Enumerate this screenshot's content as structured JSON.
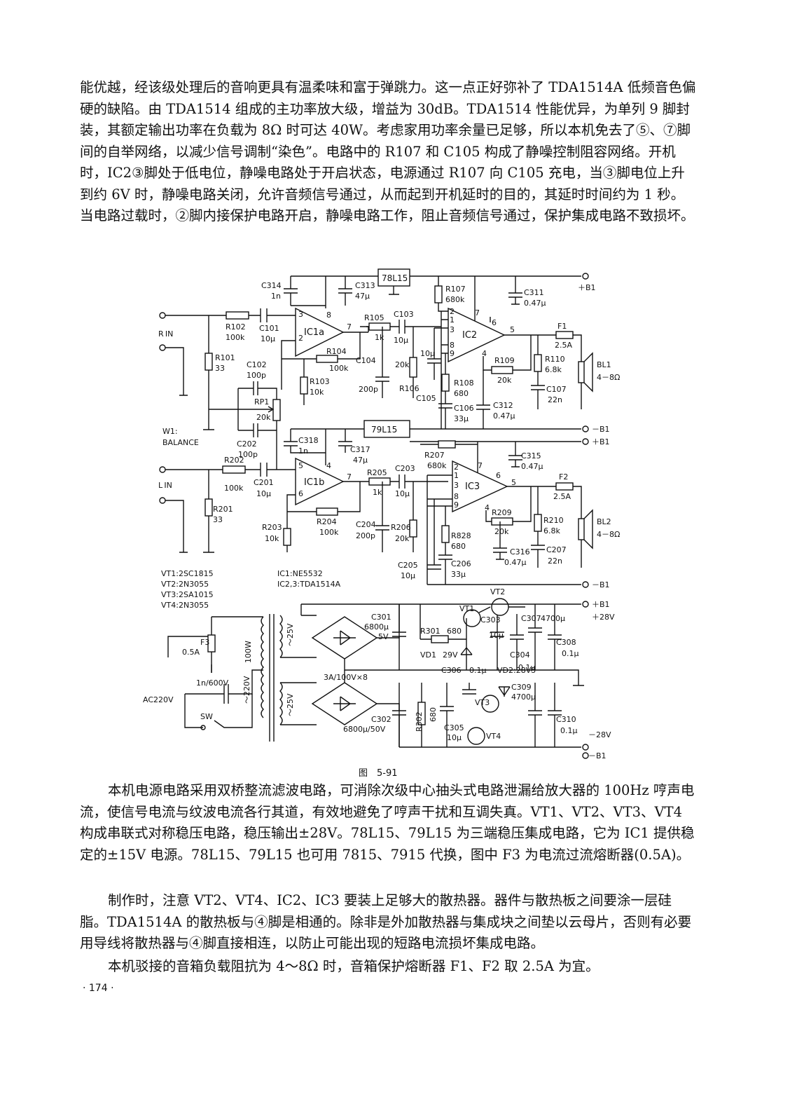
{
  "text": {
    "p1": "能优越，经该级处理后的音响更具有温柔味和富于弹跳力。这一点正好弥补了 TDA1514A 低频音色偏硬的缺陷。由 TDA1514 组成的主功率放大级，增益为 30dB。TDA1514 性能优异，为单列 9 脚封装，其额定输出功率在负载为 8Ω 时可达 40W。考虑家用功率余量已足够，所以本机免去了⑤、⑦脚间的自举网络，以减少信号调制“染色”。电路中的 R107 和 C105 构成了静噪控制阻容网络。开机时，IC2③脚处于低电位，静噪电路处于开启状态，电源通过 R107 向 C105 充电，当③脚电位上升到约 6V 时，静噪电路关闭，允许音频信号通过，从而起到开机延时的目的，其延时时间约为 1 秒。当电路过载时，②脚内接保护电路开启，静噪电路工作，阻止音频信号通过，保护集成电路不致损坏。",
    "p2": "本机电源电路采用双桥整流滤波电路，可消除次级中心抽头式电路泄漏给放大器的 100Hz 哼声电流，使信号电流与纹波电流各行其道，有效地避免了哼声干扰和互调失真。VT1、VT2、VT3、VT4 构成串联式对称稳压电路，稳压输出±28V。78L15、79L15 为三端稳压集成电路，它为 IC1 提供稳定的±15V 电源。78L15、79L15 也可用 7815、7915 代换，图中 F3 为电流过流熔断器(0.5A)。",
    "p3": "制作时，注意 VT2、VT4、IC2、IC3 要装上足够大的散热器。器件与散热板之间要涂一层硅脂。TDA1514A 的散热板与④脚是相通的。除非是外加散热器与集成块之间垫以云母片，否则有必要用导线将散热器与④脚直接相连，以防止可能出现的短路电流损坏集成电路。",
    "p4": "本机驳接的音箱负载阻抗为 4～8Ω 时，音箱保护熔断器 F1、F2 取 2.5A 为宜。",
    "caption": "图　5-91",
    "folio": "· 174 ·"
  },
  "schematic": {
    "ics": {
      "ic1a": "IC1a",
      "ic1b": "IC1b",
      "ic2": "IC2",
      "ic3": "IC3",
      "reg_pos": "78L15",
      "reg_neg": "79L15"
    },
    "inputs": {
      "rin": "R IN",
      "lin": "L IN"
    },
    "balance": {
      "w1": "W1:",
      "name": "BALANCE",
      "rp1": "RP1",
      "rp1_val": "20k"
    },
    "components": {
      "c314": "C314",
      "c314_v": "1n",
      "c313": "C313",
      "c313_v": "47μ",
      "r102": "R102",
      "r102_v": "100k",
      "c101": "C101",
      "c101_v": "10μ",
      "r101": "R101",
      "r101_v": "33",
      "c102": "C102",
      "c102_v": "100p",
      "r105": "R105",
      "r105_v": "1k",
      "c103": "C103",
      "c103_v": "10μ",
      "r104": "R104",
      "r104_v": "100k",
      "r103": "R103",
      "r103_v": "10k",
      "c104": "C104",
      "c104_v": "200p",
      "r106": "R106",
      "r106_v": "20k",
      "c105": "C105",
      "c105_v": "10μ",
      "r107": "R107",
      "r107_v": "680k",
      "c311": "C311",
      "c311_v": "0.47μ",
      "r108": "R108",
      "r108_v": "680",
      "c106": "C106",
      "c106_v": "33μ",
      "r109": "R109",
      "r109_v": "20k",
      "c312": "C312",
      "c312_v": "0.47μ",
      "r110": "R110",
      "r110_v": "6.8k",
      "c107": "C107",
      "c107_v": "22n",
      "f1": "F1",
      "f1_v": "2.5A",
      "bl1": "BL1",
      "bl1_v": "4－8Ω",
      "c202": "C202",
      "c202_v": "100p",
      "c318": "C318",
      "c318_v": "1n",
      "c317": "C317",
      "c317_v": "47μ",
      "r202": "R202",
      "r202_v": "100k",
      "c201": "C201",
      "c201_v": "10μ",
      "r201": "R201",
      "r201_v": "33",
      "r205": "R205",
      "r205_v": "1k",
      "c203": "C203",
      "c203_v": "10μ",
      "r204": "R204",
      "r204_v": "100k",
      "r203": "R203",
      "r203_v": "10k",
      "c204": "C204",
      "c204_v": "200p",
      "r206": "R206",
      "r206_v": "20k",
      "r207": "R207",
      "r207_v": "680k",
      "c315": "C315",
      "c315_v": "0.47μ",
      "r828": "R828",
      "r828_v": "680",
      "c206": "C206",
      "c206_v": "33μ",
      "c205": "C205",
      "c205_v": "10μ",
      "r209": "R209",
      "r209_v": "20k",
      "c316": "C316",
      "c316_v": "0.47μ",
      "r210": "R210",
      "r210_v": "6.8k",
      "c207": "C207",
      "c207_v": "22n",
      "f2": "F2",
      "f2_v": "2.5A",
      "bl2": "BL2",
      "bl2_v": "4－8Ω",
      "f3": "F3",
      "f3_v": "0.5A",
      "c_sw": "1n/600V",
      "sw": "SW",
      "ac": "AC220V",
      "tr_pri": "～220V",
      "tr_pw": "100W",
      "tr_s1": "～25V",
      "tr_s2": "～25V",
      "c301": "C301",
      "c301_v": "6800μ",
      "c301_v2": "5V",
      "r301": "R301",
      "r301_v": "680",
      "vd1": "VD1",
      "vd1_v": "29V",
      "vt1": "VT1",
      "vt2": "VT2",
      "c303": "C303",
      "c303_v": "10μ",
      "c304": "C304",
      "c304_v": "0.1μ",
      "c307": "C307",
      "c307_v": "4700μ",
      "c308": "C308",
      "c308_v": "0.1μ",
      "bridge": "3A/100V×8",
      "c306": "C306",
      "c306_v": "0.1μ",
      "vd2": "VD2:28V5",
      "c309": "C309",
      "c309_v": "4700μ",
      "vt3": "VT3",
      "c302": "C302",
      "c302_v": "6800μ/50V",
      "r302": "R302",
      "r302_v": "680",
      "c305": "C305",
      "c305_v": "10μ",
      "vt4": "VT4",
      "c310": "C310",
      "c310_v": "0.1μ"
    },
    "rails": {
      "pb1": "＋B1",
      "nb1": "－B1",
      "p28": "＋28V",
      "n28": "－28V"
    },
    "parts_list": [
      "VT1:2SC1815",
      "VT2:2N3055",
      "VT3:2SA1015",
      "VT4:2N3055"
    ],
    "ic_list": [
      "IC1:NE5532",
      "IC2,3:TDA1514A"
    ],
    "pins": {
      "p1": "1",
      "p2": "2",
      "p3": "3",
      "p4": "4",
      "p5": "5",
      "p6": "6",
      "p7": "7",
      "p8": "8",
      "p9": "9"
    }
  }
}
